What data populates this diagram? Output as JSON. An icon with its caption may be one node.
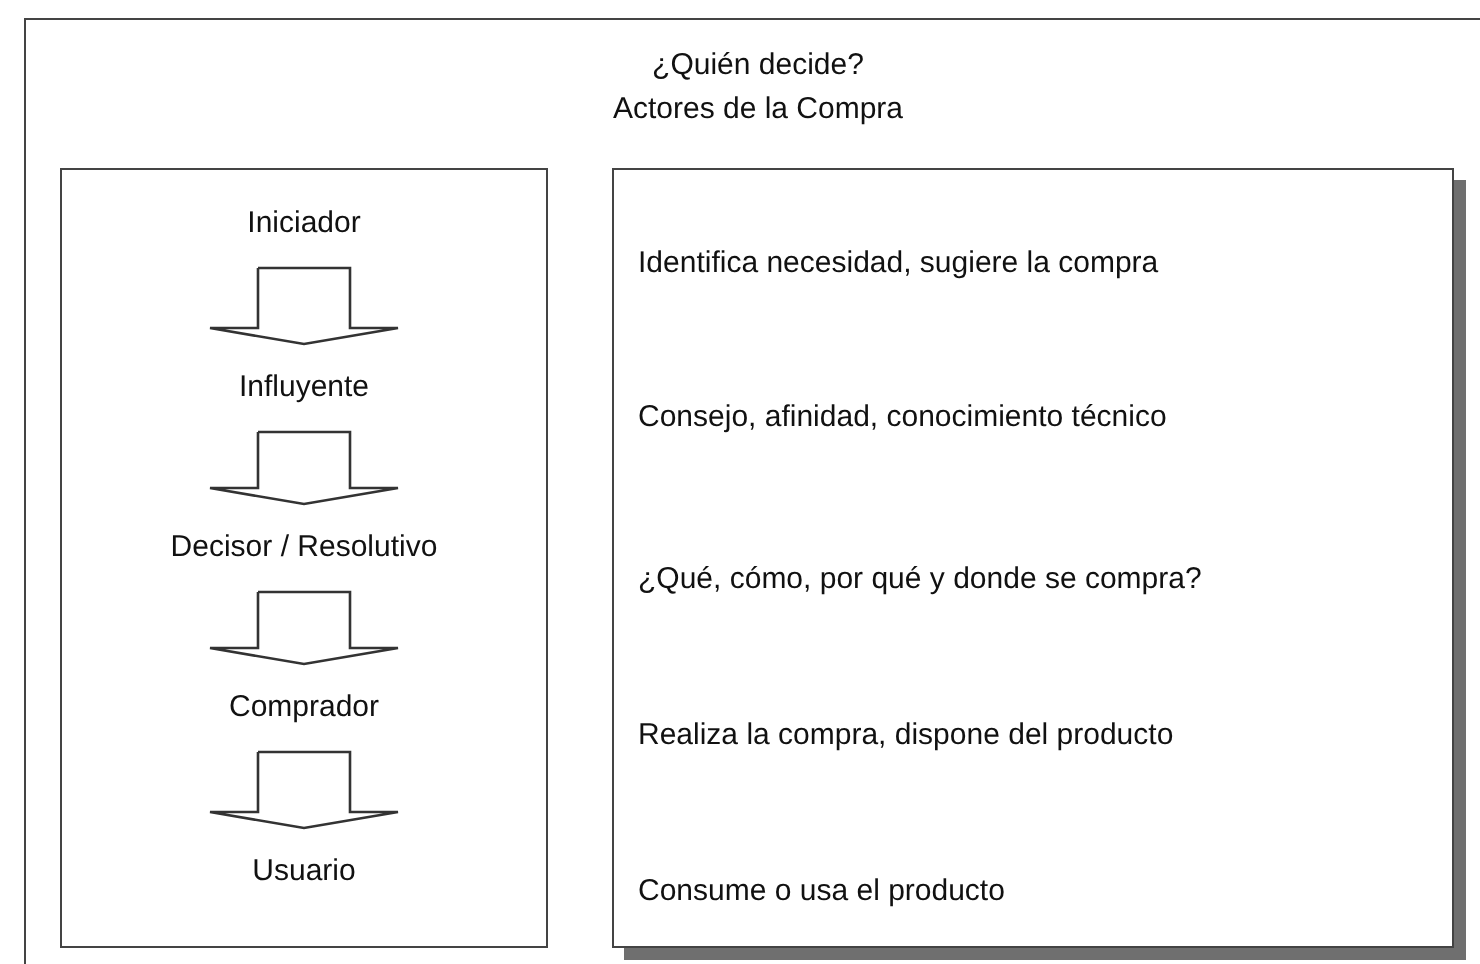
{
  "diagram": {
    "nodes": [
      {
        "text": [
          "¿Quién decide?",
          "Actores de la Compra"
        ]
      },
      {
        "text": [],
        "shape": "box",
        "in": 0
      },
      {
        "text": [
          "Identifica necesidad, sugiere la compra",
          "Consejo, afinidad, conocimiento técnico",
          "¿Qué, cómo, por qué y donde se compra?",
          "Realiza la compra, dispone del producto",
          "Consume o usa el producto"
        ],
        "in": 0
      },
      {
        "text": [
          "Iniciador"
        ],
        "in": 1
      },
      {
        "text": [
          "Influyente"
        ],
        "in": 1
      },
      {
        "text": [
          "Decisor / Resolutivo"
        ],
        "in": 1
      },
      {
        "text": [
          "Comprador"
        ],
        "in": 1
      },
      {
        "text": [
          "Usuario"
        ],
        "in": 1
      }
    ],
    "edges": [
      {
        "from": 3,
        "to": 4,
        "arrow": "to"
      },
      {
        "from": 4,
        "to": 5,
        "arrow": "to"
      },
      {
        "from": 5,
        "to": 6,
        "arrow": "to"
      },
      {
        "from": 6,
        "to": 7,
        "arrow": "to"
      }
    ]
  }
}
